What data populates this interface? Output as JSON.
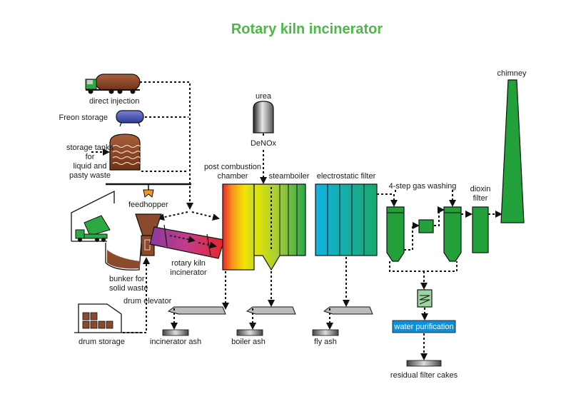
{
  "title": "Rotary kiln incinerator",
  "labels": {
    "direct_injection": "direct injection",
    "freon_storage": "Freon storage",
    "storage_tanks": [
      "storage tanks",
      "for",
      "liquid and",
      "pasty waste"
    ],
    "feedhopper": "feedhopper",
    "bunker": [
      "bunker for",
      "solid waste"
    ],
    "drum_elevator": "drum elevator",
    "drum_storage": "drum storage",
    "rotary_kiln": [
      "rotary kiln",
      "incinerator"
    ],
    "incinerator_ash": "incinerator ash",
    "post_combustion": [
      "post combustion",
      "chamber"
    ],
    "urea": "urea",
    "denox": "DeNOx",
    "steamboiler": "steamboiler",
    "boiler_ash": "boiler ash",
    "electrostatic_filter": "electrostatic filter",
    "fly_ash": "fly ash",
    "gas_washing": "4-step gas washing",
    "dioxin_filter": [
      "dioxin",
      "filter"
    ],
    "chimney": "chimney",
    "water_purification": "water purification",
    "residual_filter_cakes": "residual filter cakes"
  },
  "colors": {
    "title": "#4db848",
    "truck_tank": "#8b4a2b",
    "freon_tank": "#4a55b3",
    "equipment_green": "#22a13a",
    "water_purification": "#0f8fd8",
    "waste_brown": "#8b4a2b",
    "flow_line": "#111111"
  }
}
